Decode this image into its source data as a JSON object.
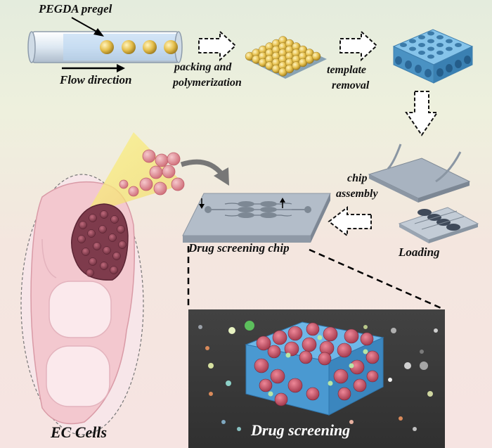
{
  "labels": {
    "pregel": "PEGDA  pregel",
    "flow": "Flow direction",
    "packing": "packing and",
    "polymerization": "polymerization",
    "template": "template",
    "removal": "removal",
    "chip": "chip",
    "assembly": "assembly",
    "loading": "Loading",
    "drug_chip": "Drug screening chip",
    "ec_cells": "EC Cells",
    "drug_screening": "Drug screening"
  },
  "colors": {
    "bead": "#e5bf4c",
    "scaffold": "#5fa9d6",
    "chip": "#b3bdc9",
    "tumor": "#7e3b4c",
    "panel": "#3a3a3a"
  }
}
